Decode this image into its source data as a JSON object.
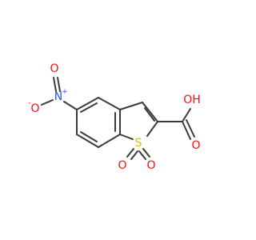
{
  "molecule": {
    "atom_labels": {
      "oxide_o": "O",
      "oxide_charge": "-",
      "nitro_n": "N",
      "nitro_charge": "+",
      "nitro_o": "O",
      "sulfur": "S",
      "sulfone_o_left": "O",
      "sulfone_o_right": "O",
      "carbonyl_o": "O",
      "hydroxyl": "OH"
    },
    "colors": {
      "bond": "#3a3a3a",
      "oxygen": "#ff0d0d",
      "nitrogen": "#3050f8",
      "sulfur": "#d4c300"
    }
  }
}
